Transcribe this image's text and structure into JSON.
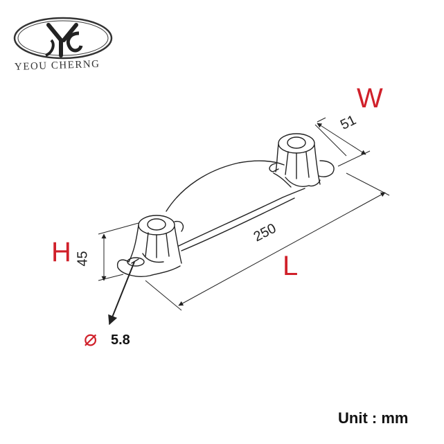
{
  "brand": {
    "name": "YEOU CHERNG"
  },
  "labels": {
    "width": "W",
    "height": "H",
    "length": "L"
  },
  "dimensions": {
    "width": "51",
    "height": "45",
    "length": "250",
    "hole_diameter": "5.8",
    "diameter_symbol": "⌀"
  },
  "unit": "Unit : mm",
  "colors": {
    "label": "#d0202a",
    "line": "#222222"
  }
}
